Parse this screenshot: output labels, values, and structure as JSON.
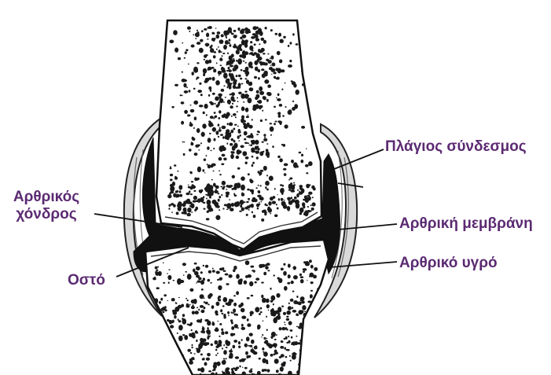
{
  "labels": {
    "collateral_ligament": "Πλάγιος σύνδεσμος",
    "articular_cartilage_line1": "Αρθρικός",
    "articular_cartilage_line2": "χόνδρος",
    "synovial_membrane": "Αρθρική μεμβράνη",
    "synovial_fluid": "Αρθρικό υγρό",
    "bone": "Οστό"
  },
  "colors": {
    "label_text": "#5b2a72",
    "ink": "#111111",
    "bone_fill": "#ffffff"
  }
}
